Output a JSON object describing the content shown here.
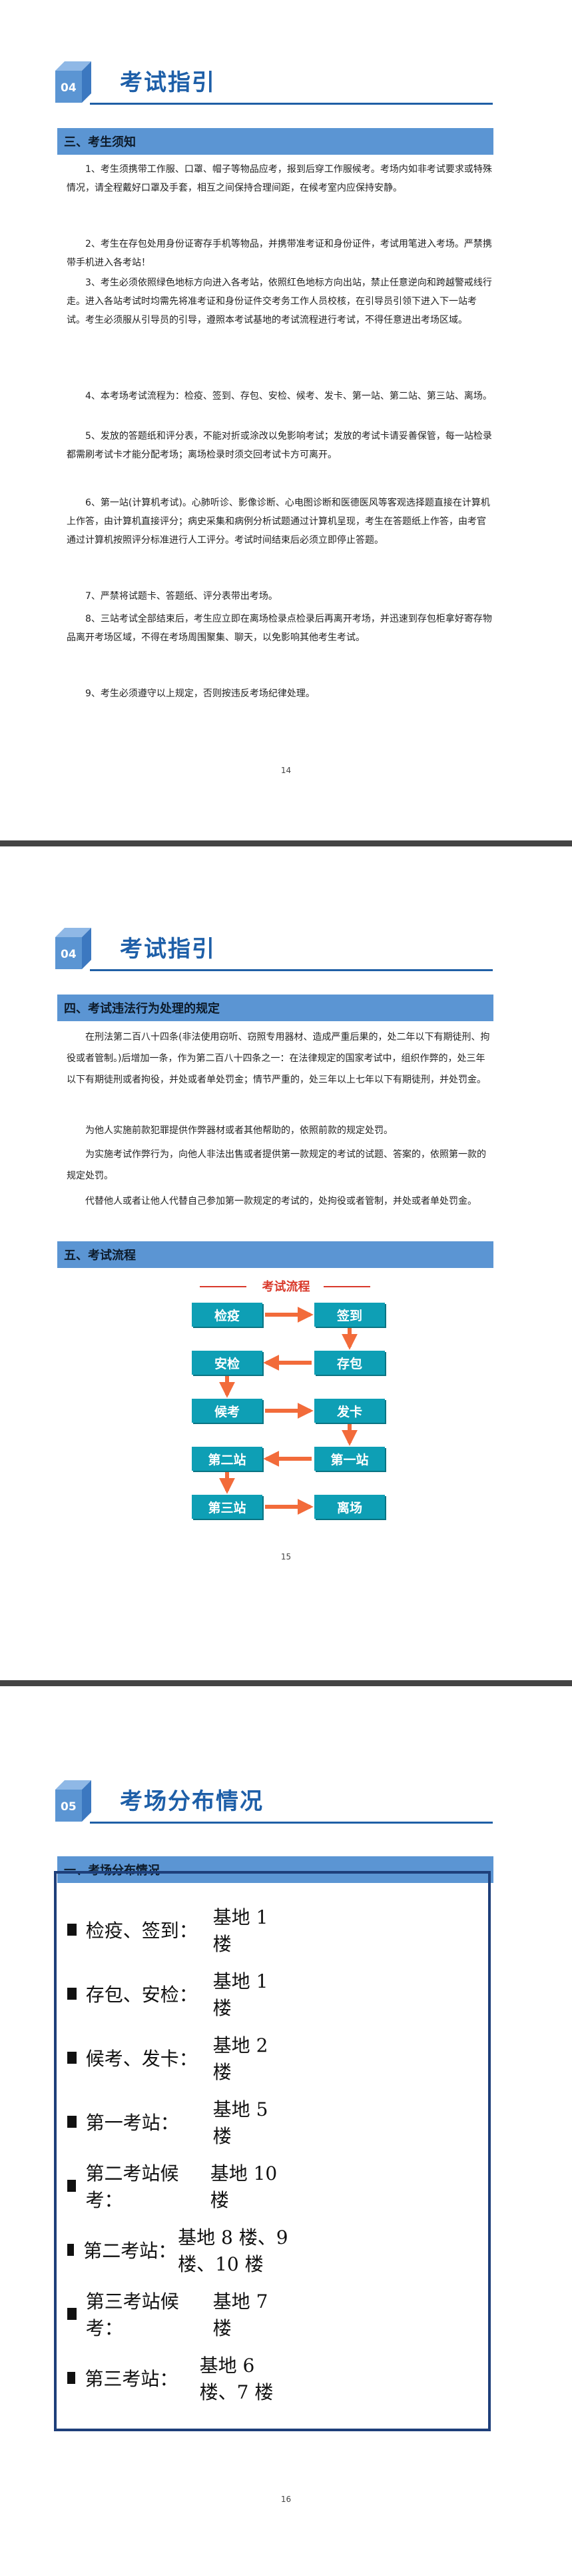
{
  "page1": {
    "header": {
      "number": "04",
      "title": "考试指引"
    },
    "section_title": "三、考生须知",
    "paragraphs": [
      "1、考生须携带工作服、口罩、帽子等物品应考，报到后穿工作服候考。考场内如非考试要求或特殊情况，请全程戴好口罩及手套，相互之间保持合理间距，在候考室内应保持安静。",
      "2、考生在存包处用身份证寄存手机等物品，并携带准考证和身份证件，考试用笔进入考场。严禁携带手机进入各考站！",
      "3、考生必须依照绿色地标方向进入各考站，依照红色地标方向出站，禁止任意逆向和跨越警戒线行走。进入各站考试时均需先将准考证和身份证件交考务工作人员校核，在引导员引领下进入下一站考试。考生必须服从引导员的引导，遵照本考试基地的考试流程进行考试，不得任意进出考场区域。",
      "4、本考场考试流程为：检疫、签到、存包、安检、候考、发卡、第一站、第二站、第三站、离场。",
      "5、发放的答题纸和评分表，不能对折或涂改以免影响考试；发放的考试卡请妥善保管，每一站检录都需刷考试卡才能分配考场；离场检录时须交回考试卡方可离开。",
      "6、第一站(计算机考试)。心肺听诊、影像诊断、心电图诊断和医德医风等客观选择题直接在计算机上作答，由计算机直接评分；病史采集和病例分析试题通过计算机呈现，考生在答题纸上作答，由考官通过计算机按照评分标准进行人工评分。考试时间结束后必须立即停止答题。",
      "7、严禁将试题卡、答题纸、评分表带出考场。",
      "8、三站考试全部结束后，考生应立即在离场检录点检录后再离开考场，并迅速到存包柜拿好寄存物品离开考场区域，不得在考场周围聚集、聊天，以免影响其他考生考试。",
      "9、考生必须遵守以上规定，否则按违反考场纪律处理。"
    ],
    "page_number": "14"
  },
  "page2": {
    "header": {
      "number": "04",
      "title": "考试指引"
    },
    "section_title_1": "四、考试违法行为处理的规定",
    "paragraphs": [
      "在刑法第二百八十四条(非法使用窃听、窃照专用器材、造成严重后果的，处二年以下有期徒刑、拘役或者管制。)后增加一条，作为第二百八十四条之一：在法律规定的国家考试中，组织作弊的，处三年以下有期徒刑或者拘役，并处或者单处罚金；情节严重的，处三年以上七年以下有期徒刑，并处罚金。",
      "为他人实施前款犯罪提供作弊器材或者其他帮助的，依照前款的规定处罚。",
      "为实施考试作弊行为，向他人非法出售或者提供第一款规定的考试的试题、答案的，依照第一款的规定处罚。",
      "代替他人或者让他人代替自己参加第一款规定的考试的，处拘役或者管制，并处或者单处罚金。"
    ],
    "section_title_2": "五、考试流程",
    "flowchart": {
      "title": "考试流程",
      "nodes": {
        "jianyi": "检疫",
        "qiandao": "签到",
        "anjian": "安检",
        "cunbao": "存包",
        "houkao": "候考",
        "faka": "发卡",
        "dierzhan": "第二站",
        "diyizhan": "第一站",
        "disanzhan": "第三站",
        "lichang": "离场"
      },
      "node_color": "#0e9fb5",
      "arrow_color": "#f26b3a"
    },
    "page_number": "15"
  },
  "page3": {
    "header": {
      "number": "05",
      "title": "考场分布情况"
    },
    "section_title": "一、考场分布情况",
    "locations": [
      {
        "name": "检疫、签到：",
        "place": "基地 1 楼"
      },
      {
        "name": "存包、安检：",
        "place": "基地 1 楼"
      },
      {
        "name": "候考、发卡：",
        "place": "基地 2 楼"
      },
      {
        "name": "第一考站：",
        "place": "基地 5 楼"
      },
      {
        "name": "第二考站候考：",
        "place": "基地 10 楼"
      },
      {
        "name": "第二考站：",
        "place": "基地 8 楼、9 楼、10 楼"
      },
      {
        "name": "第三考站候考：",
        "place": "基地 7 楼"
      },
      {
        "name": "第三考站：",
        "place": "基地 6 楼、7 楼"
      }
    ],
    "page_number": "16"
  },
  "colors": {
    "accent": "#1e5fa8",
    "section_bar": "#5b95d3",
    "border": "#1e3f7a"
  }
}
